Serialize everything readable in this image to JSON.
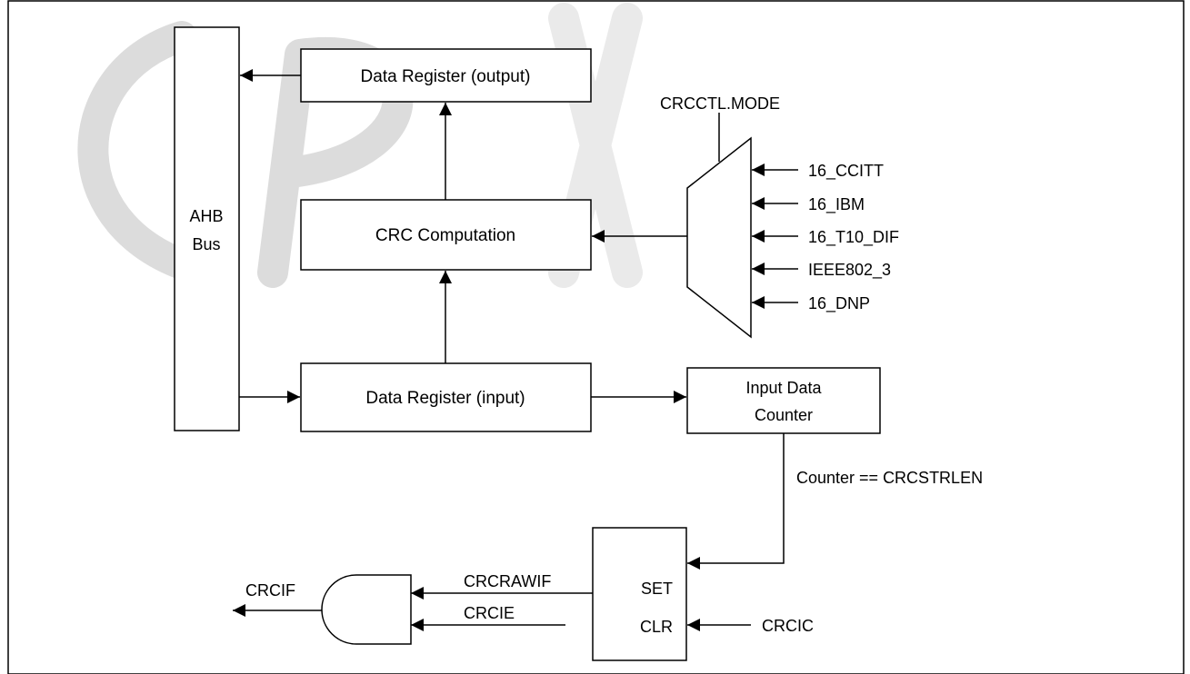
{
  "blocks": {
    "ahb_bus": [
      "AHB",
      "Bus"
    ],
    "data_register_output": "Data Register (output)",
    "crc_computation": "CRC Computation",
    "data_register_input": "Data Register (input)",
    "input_data_counter": [
      "Input Data",
      "Counter"
    ],
    "flag_set": "SET",
    "flag_clr": "CLR"
  },
  "mux": {
    "select_label": "CRCCTL.MODE",
    "inputs": [
      "16_CCITT",
      "16_IBM",
      "16_T10_DIF",
      "IEEE802_3",
      "16_DNP"
    ]
  },
  "signals": {
    "counter_compare": "Counter == CRCSTRLEN",
    "crcrawif": "CRCRAWIF",
    "crcie": "CRCIE",
    "crcif": "CRCIF",
    "crcic": "CRCIC"
  }
}
